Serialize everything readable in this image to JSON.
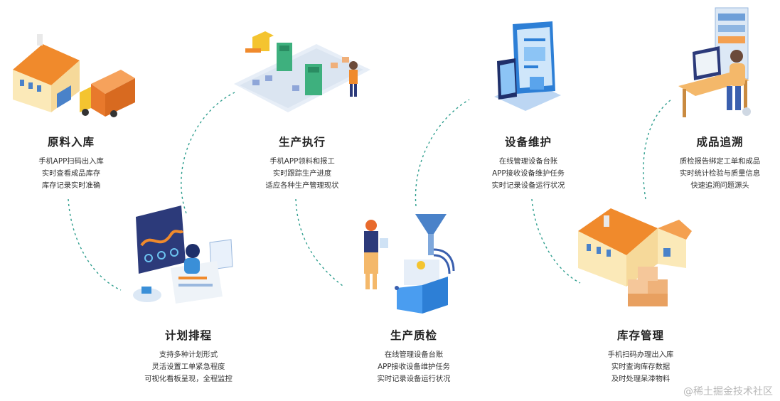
{
  "stages": [
    {
      "title": "原料入库",
      "lines": [
        "手机APP扫码出入库",
        "实时查看成品库存",
        "库存记录实时准确"
      ]
    },
    {
      "title": "计划排程",
      "lines": [
        "支持多种计划形式",
        "灵活设置工单紧急程度",
        "可视化看板呈现，全程监控"
      ]
    },
    {
      "title": "生产执行",
      "lines": [
        "手机APP领料和报工",
        "实时跟踪生产进度",
        "适应各种生产管理现状"
      ]
    },
    {
      "title": "生产质检",
      "lines": [
        "在线管理设备台账",
        "APP接收设备维护任务",
        "实时记录设备运行状况"
      ]
    },
    {
      "title": "设备维护",
      "lines": [
        "在线管理设备台账",
        "APP接收设备维护任务",
        "实时记录设备运行状况"
      ]
    },
    {
      "title": "库存管理",
      "lines": [
        "手机扫码办理出入库",
        "实时查询库存数据",
        "及时处理呆滞物料"
      ]
    },
    {
      "title": "成品追溯",
      "lines": [
        "质检报告绑定工单和成品",
        "实时统计检验与质量信息",
        "快速追溯问题源头"
      ]
    }
  ],
  "watermark": "@稀土掘金技术社区",
  "colors": {
    "connector": "#2f9e8e",
    "roof": "#f08a2c",
    "wall": "#fbe9b8",
    "screen": "#2c3a7a",
    "blue": "#3a8fd8",
    "green": "#3eb07e"
  }
}
